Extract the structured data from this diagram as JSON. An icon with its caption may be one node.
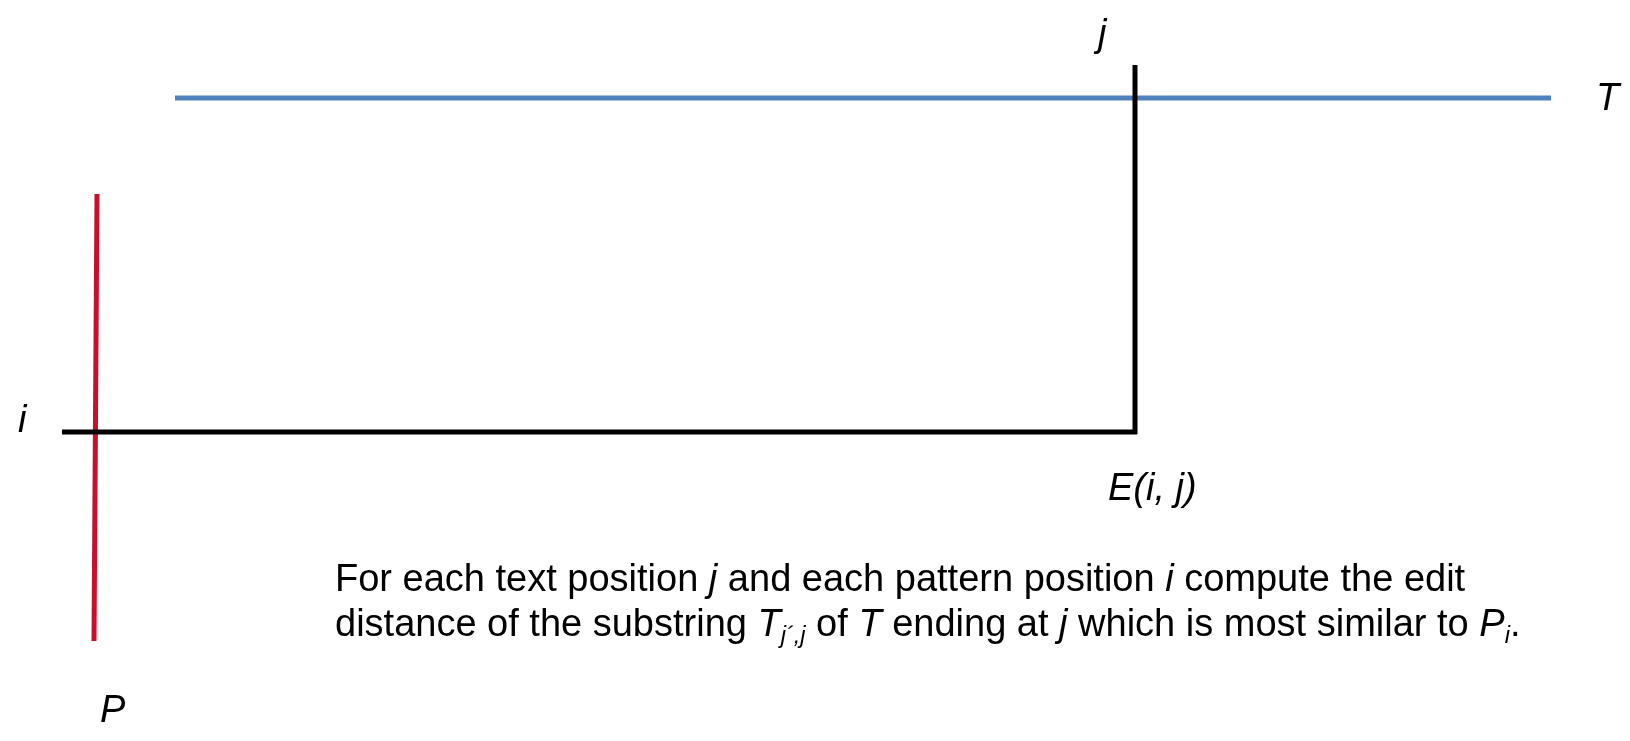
{
  "diagram": {
    "labels": [
      "j",
      "T",
      "i",
      "E(i, j)",
      "P",
      "For each text position *j* and each pattern position *i* compute the edit distance of the substring *T*$_{j´,j}$ of *T* ending at *j* which is most similar to *P*$_{i}$."
    ]
  }
}
